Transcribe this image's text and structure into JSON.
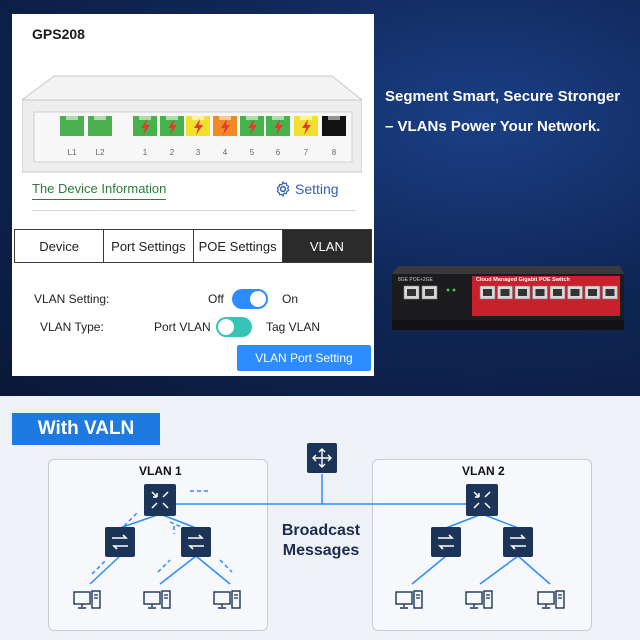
{
  "app": {
    "title": "GPS208"
  },
  "ports": {
    "labels": [
      "L1",
      "L2",
      "1",
      "2",
      "3",
      "4",
      "5",
      "6",
      "7",
      "8"
    ],
    "colors": {
      "uplink": "#4caf50",
      "poe_green": "#46b34a",
      "poe_yellow": "#f2e12c",
      "poe_orange": "#f08a24",
      "inactive": "#111111",
      "bolt": "#e53935"
    }
  },
  "links": {
    "device_info": "The Device Information",
    "setting": "Setting"
  },
  "tabs": [
    {
      "label": "Device"
    },
    {
      "label": "Port Settings"
    },
    {
      "label": "POE Settings"
    },
    {
      "label": "VLAN",
      "active": true
    }
  ],
  "vlan": {
    "setting_label": "VLAN Setting:",
    "off_label": "Off",
    "on_label": "On",
    "type_label": "VLAN Type:",
    "port_vlan_label": "Port VLAN",
    "tag_vlan_label": "Tag VLAN",
    "port_setting_button": "VLAN Port Setting"
  },
  "headline": {
    "line1": "Segment Smart, Secure Stronger",
    "line2": "– VLANs Power Your Network."
  },
  "switch_photo": {
    "left_label": "8GE POE+2GE",
    "right_label": "Cloud Managed Gigabit POE Switch"
  },
  "diagram": {
    "badge": "With VALN",
    "vlan1_title": "VLAN 1",
    "vlan2_title": "VLAN 2",
    "broadcast_line1": "Broadcast",
    "broadcast_line2": "Messages"
  },
  "colors": {
    "accent_blue": "#2d8cff",
    "badge_blue": "#1f7ae0",
    "dark_navy": "#1b3458",
    "link_green": "#2c7a3c"
  }
}
